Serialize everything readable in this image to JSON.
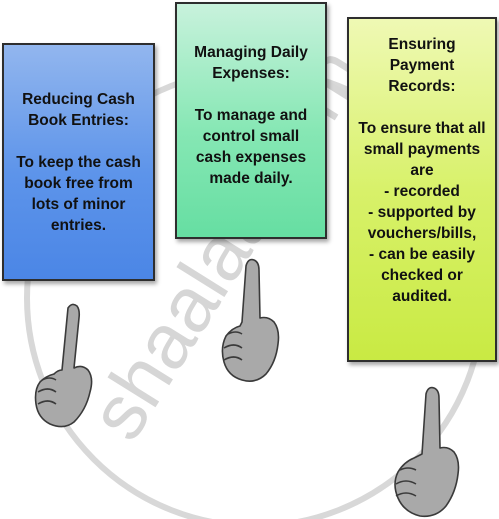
{
  "cards": [
    {
      "title": "Reducing Cash Book Entries:",
      "body": [
        "To keep the cash book free from lots of minor entries."
      ]
    },
    {
      "title": "Managing Daily Expenses:",
      "body": [
        "To manage and control small cash expenses made daily."
      ]
    },
    {
      "title": "Ensuring Payment Records:",
      "body": [
        "To ensure that all small payments are",
        "- recorded",
        "- supported by vouchers/bills,",
        "- can be easily checked or audited."
      ]
    }
  ],
  "watermark": {
    "text": "shaalaa.com"
  },
  "colors": {
    "card_1": "#5d94ea",
    "card_2": "#86e7b4",
    "card_3": "#d8f16a",
    "hand": "#a9a9a9",
    "watermark": "#d6d6d6"
  },
  "icons": [
    "pointing-hand-icon",
    "pointing-hand-icon",
    "pointing-hand-icon"
  ]
}
